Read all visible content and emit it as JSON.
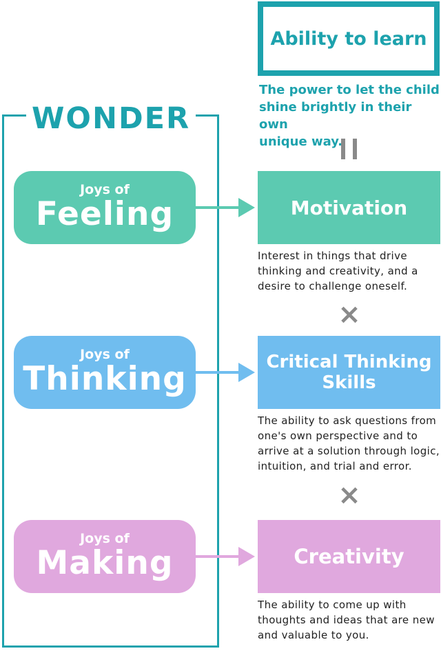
{
  "wonder": {
    "title": "WONDER"
  },
  "joys": [
    {
      "small": "Joys of",
      "big": "Feeling"
    },
    {
      "small": "Joys of",
      "big": "Thinking"
    },
    {
      "small": "Joys of",
      "big": "Making"
    }
  ],
  "ability": {
    "title": "Ability to learn",
    "description_line1": "The power to let the child",
    "description_line2": "shine brightly in their own",
    "description_line3": "unique way."
  },
  "skills": [
    {
      "title": "Motivation",
      "desc_line1": "Interest in things that drive",
      "desc_line2": "thinking and creativity, and a",
      "desc_line3": "desire to challenge oneself."
    },
    {
      "title_line1": "Critical Thinking",
      "title_line2": "Skills",
      "desc_line1": "The ability to ask questions from",
      "desc_line2": "one's own perspective and to",
      "desc_line3": "arrive at a solution through logic,",
      "desc_line4": "intuition, and trial and error."
    },
    {
      "title": "Creativity",
      "desc_line1": "The ability to come up with",
      "desc_line2": "thoughts and ideas that are new",
      "desc_line3": "and valuable to you."
    }
  ],
  "symbols": {
    "equals": "=",
    "times": "×"
  },
  "colors": {
    "teal": "#1da2ad",
    "green": "#5ccab1",
    "blue": "#70bdef",
    "pink": "#e0a8de",
    "gray": "#8a8a8a"
  }
}
